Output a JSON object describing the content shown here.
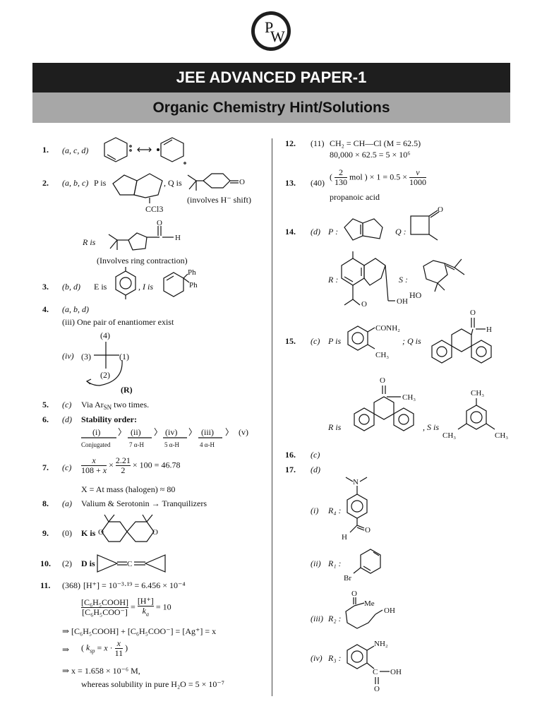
{
  "header": {
    "logo_text": "PW",
    "title": "JEE ADVANCED PAPER-1",
    "subtitle": "Organic Chemistry Hint/Solutions"
  },
  "left": {
    "q1_num": "1.",
    "q1_ans": "(a, c, d)",
    "q2_num": "2.",
    "q2_ans": "(a, b, c)",
    "q2_p": "P is",
    "q2_q": ", Q is",
    "q2_ccl3": "CCl3",
    "q2_note": "(involves H⁻ shift)",
    "q2_r": "R is",
    "q2_r_note": "(Involves ring contraction)",
    "q3_num": "3.",
    "q3_ans": "(b, d)",
    "q3_e": "E is",
    "q3_i": ", I is",
    "q4_num": "4.",
    "q4_ans": "(a, b, d)",
    "q4_iii": "(iii) One pair of enantiomer exist",
    "q4_iv": "(iv)",
    "q4_l4": "(4)",
    "q4_l3": "(3)",
    "q4_l1": "(1)",
    "q4_l2": "(2)",
    "q4_R": "(R)",
    "q5_num": "5.",
    "q5_ans": "(c)",
    "q5_text": "Via Ar",
    "q6_num": "6.",
    "q6_ans": "(d)",
    "q6_title": "Stability order:",
    "q6_items": [
      "(i)",
      "(ii)",
      "(iv)",
      "(iii)",
      "(v)"
    ],
    "q6_notes": [
      "Conjugated",
      "7 α-H",
      "5 α-H",
      "4 α-H"
    ],
    "q7_num": "7.",
    "q7_ans": "(c)",
    "q7_result": "= 46.78",
    "q7_x": "X = At mass (halogen) ≈ 80",
    "q8_num": "8.",
    "q8_ans": "(a)",
    "q8_text": "Valium & Serotonin → Tranquilizers",
    "q9_num": "9.",
    "q9_ans": "(0)",
    "q9_text": "K is",
    "q10_num": "10.",
    "q10_ans": "(2)",
    "q10_text": "D is",
    "q11_num": "11.",
    "q11_ans": "(368)",
    "q11_l1": "[H⁺] = 10⁻³·¹⁹ = 6.456 × 10⁻⁴",
    "q11_l2": "= 10",
    "q11_l3": "⇒   [C₆H₅COOH] + [C₆H₅COO⁻] = [Ag⁺] = x",
    "q11_l4": "⇒",
    "q11_l5": "⇒   x = 1.658 × 10⁻⁶ M,",
    "q11_l6": "whereas solubility in pure H₂O = 5 × 10⁻⁷"
  },
  "right": {
    "q12_num": "12.",
    "q12_ans": "(11)",
    "q12_l1": "CH₂ = CH—Cl (M = 62.5)",
    "q12_l2": "80,000 × 62.5 = 5 × 10⁶",
    "q13_num": "13.",
    "q13_ans": "(40)",
    "q13_text": "propanoic acid",
    "q14_num": "14.",
    "q14_ans": "(d)",
    "q14_p": "P :",
    "q14_q": "Q :",
    "q14_r": "R :",
    "q14_s": "S :",
    "q15_num": "15.",
    "q15_ans": "(c)",
    "q15_p": "P is",
    "q15_q": "; Q is",
    "q15_r": "R is",
    "q15_s": ", S is",
    "q16_num": "16.",
    "q16_ans": "(c)",
    "q17_num": "17.",
    "q17_ans": "(d)",
    "q17_i": "(i)",
    "q17_r4": "R₄ :",
    "q17_ii": "(ii)",
    "q17_r1": "R₁ :",
    "q17_iii": "(iii)",
    "q17_r2": "R₂ :",
    "q17_iv": "(iv)",
    "q17_r3": "R₃ :"
  }
}
